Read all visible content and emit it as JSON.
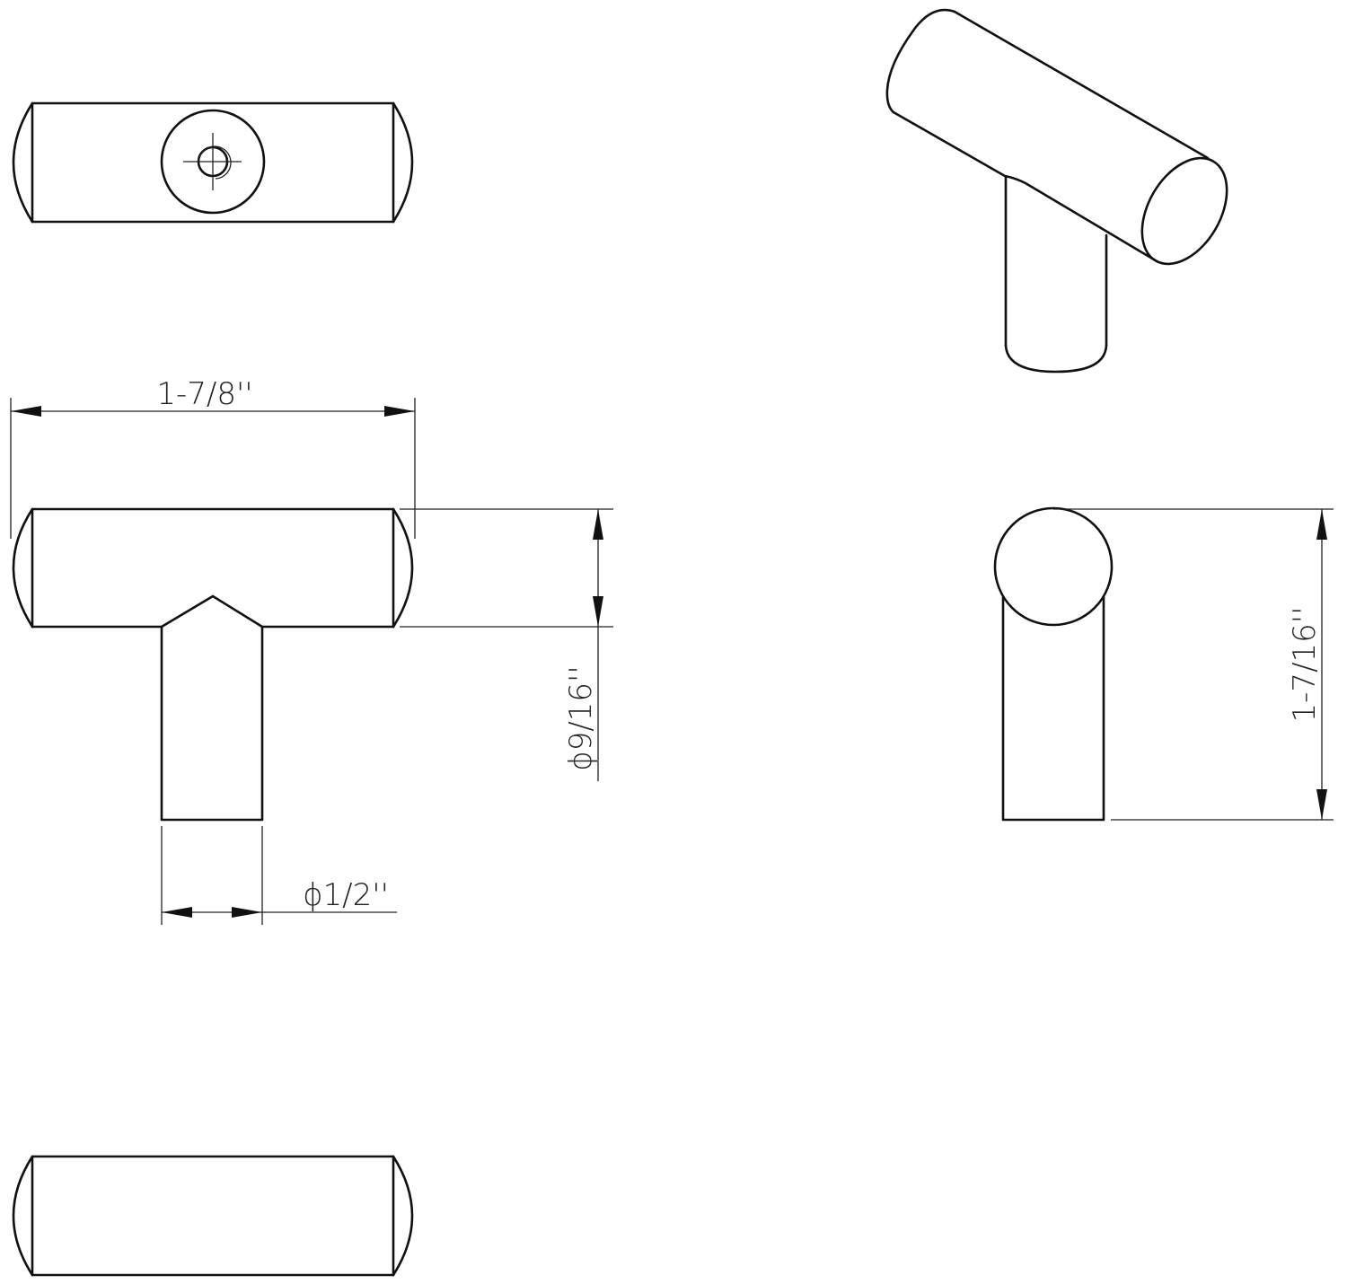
{
  "drawing": {
    "dimensions": {
      "overall_length": "1-7/8''",
      "bar_diameter": "ϕ9/16''",
      "stem_diameter": "ϕ1/2''",
      "overall_projection": "1-7/16''"
    },
    "views": [
      "top-view",
      "isometric-view",
      "front-view",
      "side-view",
      "bottom-view"
    ],
    "line_color": "#111111",
    "background_color": "#ffffff"
  }
}
